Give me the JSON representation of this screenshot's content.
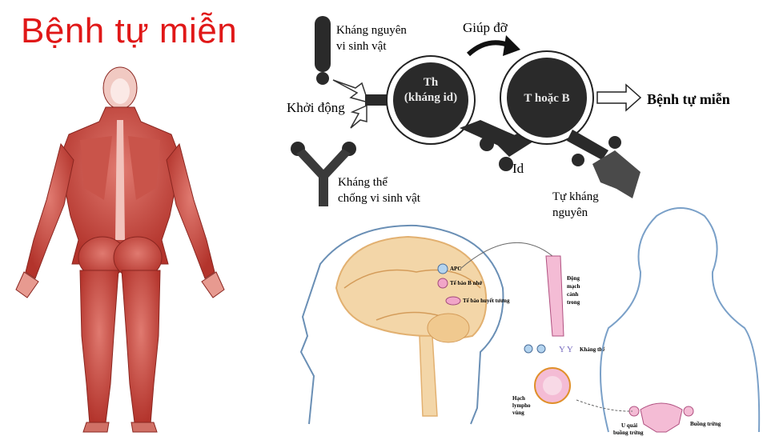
{
  "title": "Bệnh tự miễn",
  "mechanism": {
    "antigen_label_1": "Kháng nguyên",
    "antigen_label_2": "vi sinh vật",
    "help_label": "Giúp đỡ",
    "start_label": "Khởi động",
    "th_label_1": "Th",
    "th_label_2": "(kháng id)",
    "tb_label": "T hoặc B",
    "disease_label": "Bệnh tự miễn",
    "id_label": "Id",
    "antibody_label_1": "Kháng thể",
    "antibody_label_2": "chống vi sinh vật",
    "autoantigen_label_1": "Tự kháng",
    "autoantigen_label_2": "nguyên"
  },
  "brain_diagram": {
    "apc": "APC",
    "naive_b": "Tế bào B nhớ",
    "plasma_cell": "Tế bào huyết tương",
    "artery_1": "Động",
    "artery_2": "mạch",
    "artery_3": "cảnh",
    "artery_4": "trong",
    "antibody": "Kháng thể",
    "lymph_1": "Hạch",
    "lymph_2": "lympho",
    "lymph_3": "vùng",
    "tumor_1": "U quái",
    "tumor_2": "buồng trứng",
    "ovary": "Buồng trứng"
  },
  "colors": {
    "title": "#e01818",
    "muscle": "#c0453c",
    "cell_fill": "#2a2a2a"
  }
}
